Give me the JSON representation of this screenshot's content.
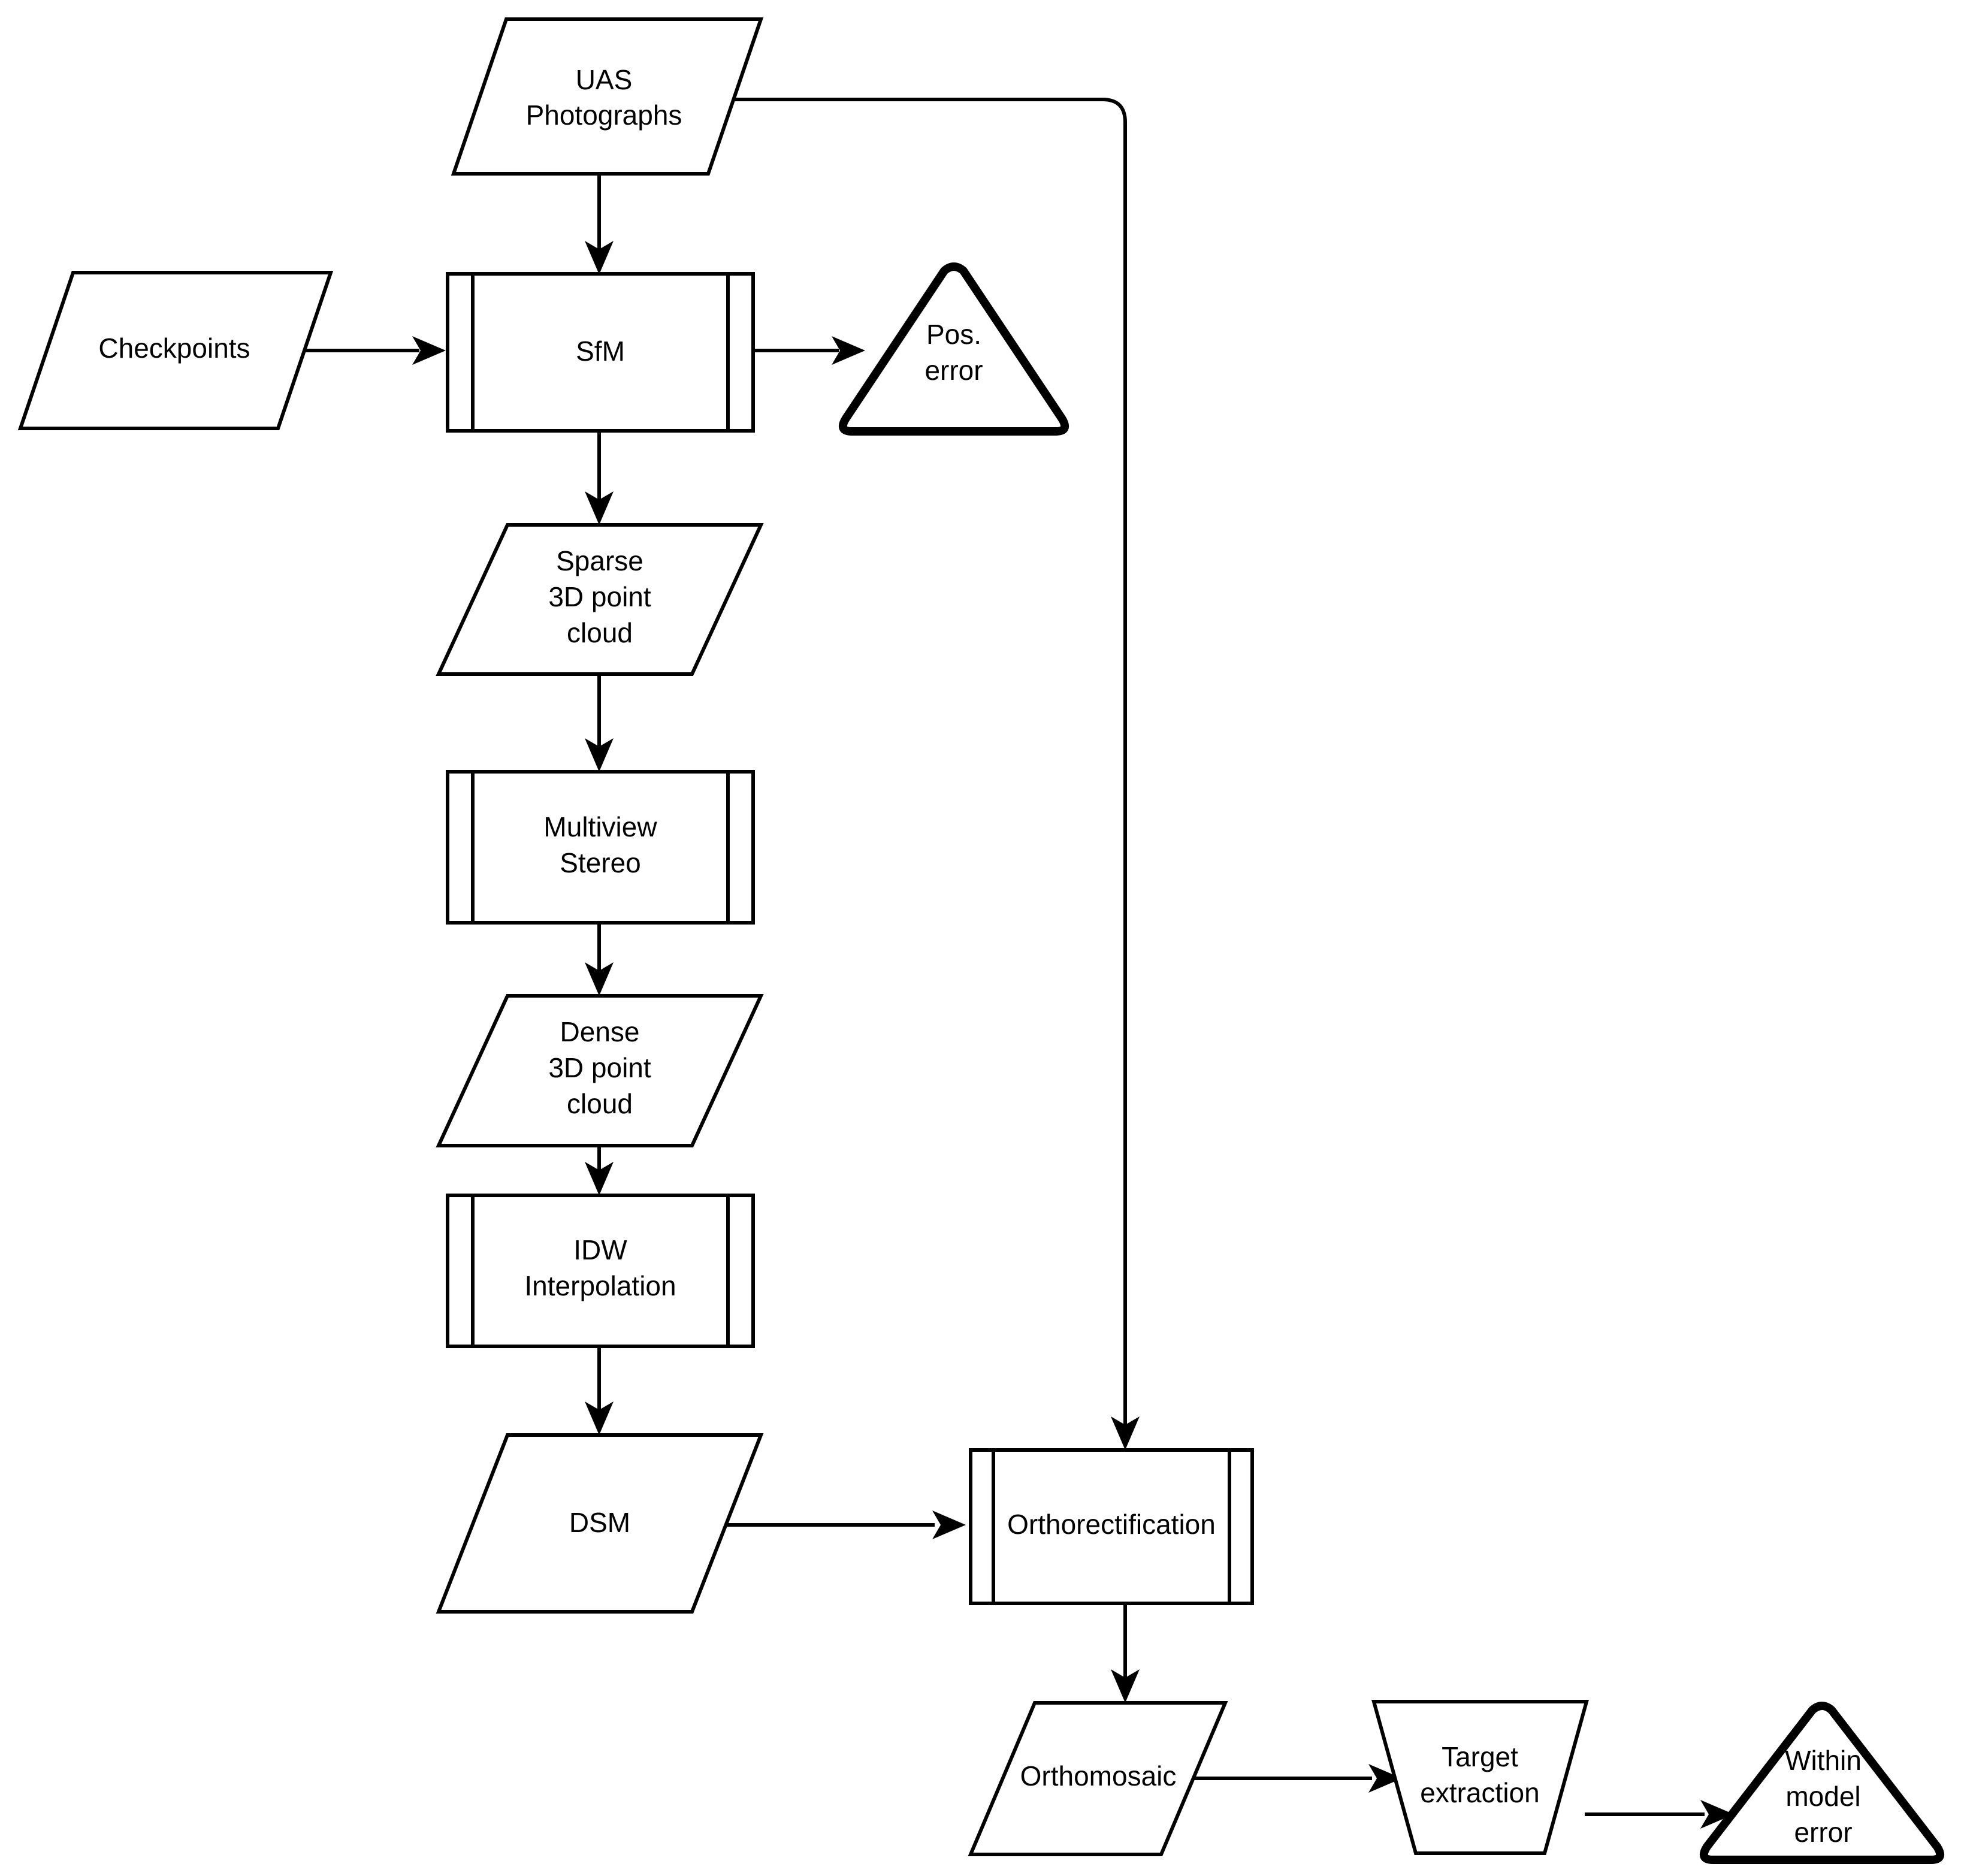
{
  "diagram": {
    "title": "UAS photogrammetry processing workflow",
    "colors": {
      "background": "#ffffff",
      "stroke": "#000000",
      "text": "#000000"
    },
    "nodes": [
      {
        "id": "uas-photographs",
        "label_lines": [
          "UAS",
          "Photographs"
        ],
        "shape": "parallelogram",
        "role": "data"
      },
      {
        "id": "checkpoints",
        "label_lines": [
          "Checkpoints"
        ],
        "shape": "parallelogram",
        "role": "data"
      },
      {
        "id": "sfm",
        "label_lines": [
          "SfM"
        ],
        "shape": "predefined-process",
        "role": "process"
      },
      {
        "id": "pos-error",
        "label_lines": [
          "Pos.",
          "error"
        ],
        "shape": "rounded-triangle",
        "role": "result"
      },
      {
        "id": "sparse-3d-point-cloud",
        "label_lines": [
          "Sparse",
          "3D point",
          "cloud"
        ],
        "shape": "parallelogram",
        "role": "data"
      },
      {
        "id": "multiview-stereo",
        "label_lines": [
          "Multiview",
          "Stereo"
        ],
        "shape": "predefined-process",
        "role": "process"
      },
      {
        "id": "dense-3d-point-cloud",
        "label_lines": [
          "Dense",
          "3D point",
          "cloud"
        ],
        "shape": "parallelogram",
        "role": "data"
      },
      {
        "id": "idw-interpolation",
        "label_lines": [
          "IDW",
          "Interpolation"
        ],
        "shape": "predefined-process",
        "role": "process"
      },
      {
        "id": "dsm",
        "label_lines": [
          "DSM"
        ],
        "shape": "parallelogram",
        "role": "data"
      },
      {
        "id": "orthorectification",
        "label_lines": [
          "Orthorectification"
        ],
        "shape": "predefined-process",
        "role": "process"
      },
      {
        "id": "orthomosaic",
        "label_lines": [
          "Orthomosaic"
        ],
        "shape": "parallelogram",
        "role": "data"
      },
      {
        "id": "target-extraction",
        "label_lines": [
          "Target",
          "extraction"
        ],
        "shape": "trapezoid",
        "role": "manual-operation"
      },
      {
        "id": "within-model-error",
        "label_lines": [
          "Within",
          "model",
          "error"
        ],
        "shape": "rounded-triangle",
        "role": "result"
      }
    ],
    "edges": [
      {
        "from": "uas-photographs",
        "to": "sfm",
        "style": "straight-down"
      },
      {
        "from": "uas-photographs",
        "to": "orthorectification",
        "style": "right-then-down"
      },
      {
        "from": "checkpoints",
        "to": "sfm",
        "style": "straight-right"
      },
      {
        "from": "sfm",
        "to": "pos-error",
        "style": "straight-right"
      },
      {
        "from": "sfm",
        "to": "sparse-3d-point-cloud",
        "style": "straight-down"
      },
      {
        "from": "sparse-3d-point-cloud",
        "to": "multiview-stereo",
        "style": "straight-down"
      },
      {
        "from": "multiview-stereo",
        "to": "dense-3d-point-cloud",
        "style": "straight-down"
      },
      {
        "from": "dense-3d-point-cloud",
        "to": "idw-interpolation",
        "style": "straight-down"
      },
      {
        "from": "idw-interpolation",
        "to": "dsm",
        "style": "straight-down"
      },
      {
        "from": "dsm",
        "to": "orthorectification",
        "style": "straight-right"
      },
      {
        "from": "orthorectification",
        "to": "orthomosaic",
        "style": "straight-down"
      },
      {
        "from": "orthomosaic",
        "to": "target-extraction",
        "style": "straight-right"
      },
      {
        "from": "target-extraction",
        "to": "within-model-error",
        "style": "straight-right"
      }
    ]
  }
}
